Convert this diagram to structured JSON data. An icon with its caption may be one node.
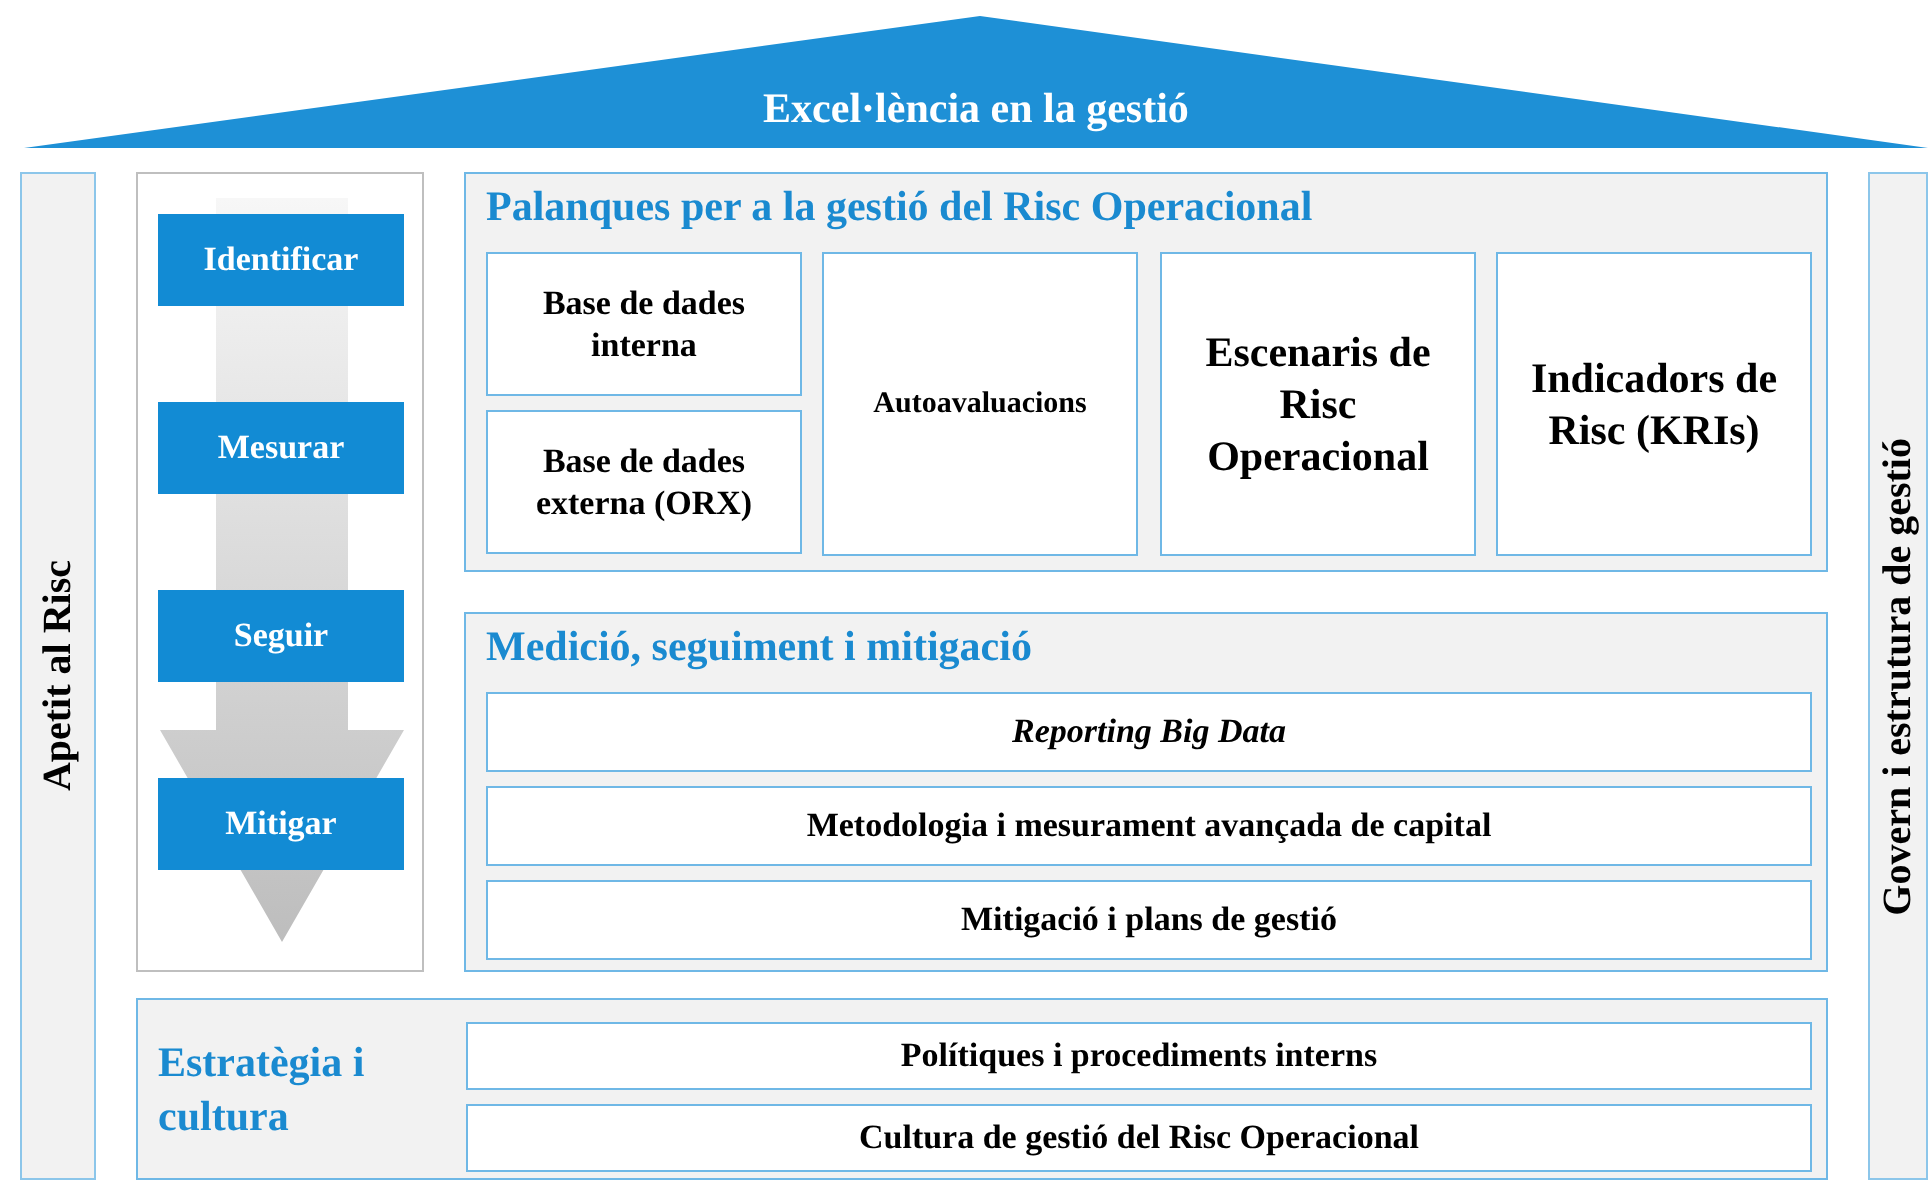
{
  "diagram": {
    "nodes": [
      {
        "text": [
          "Excel·lència en la gestió"
        ]
      },
      {
        "text": [
          "Apetit al Risc"
        ]
      },
      {
        "text": [
          "Govern i estrutura de gestió"
        ]
      },
      {
        "text": [],
        "shape": "box"
      },
      {
        "text": [
          "Identificar"
        ],
        "in": 3
      },
      {
        "text": [
          "Mesurar"
        ],
        "in": 3
      },
      {
        "text": [
          "Seguir"
        ],
        "in": 3
      },
      {
        "text": [
          "Mitigar"
        ],
        "in": 3
      },
      {
        "text": [
          "Palanques per a la gestió del Risc Operacional"
        ]
      },
      {
        "text": [
          "Base de dades interna"
        ],
        "in": 8
      },
      {
        "text": [
          "Base de dades externa (ORX)"
        ],
        "in": 8
      },
      {
        "text": [
          "Autoavaluacions"
        ],
        "in": 8
      },
      {
        "text": [
          "Escenaris de Risc Operacional"
        ],
        "in": 8
      },
      {
        "text": [
          "Indicadors de Risc (KRIs)"
        ],
        "in": 8
      },
      {
        "text": [
          "Medició, seguiment i mitigació"
        ]
      },
      {
        "text": [
          "Reporting Big Data"
        ],
        "in": 14
      },
      {
        "text": [
          "Metodologia i mesurament avançada de capital"
        ],
        "in": 14
      },
      {
        "text": [
          "Mitigació i plans de gestió"
        ],
        "in": 14
      },
      {
        "text": [
          "Estratègia i cultura"
        ]
      },
      {
        "text": [
          "Polítiques i procediments interns"
        ],
        "in": 18
      },
      {
        "text": [
          "Cultura de gestió del Risc Operacional"
        ],
        "in": 18
      }
    ],
    "edges": []
  }
}
